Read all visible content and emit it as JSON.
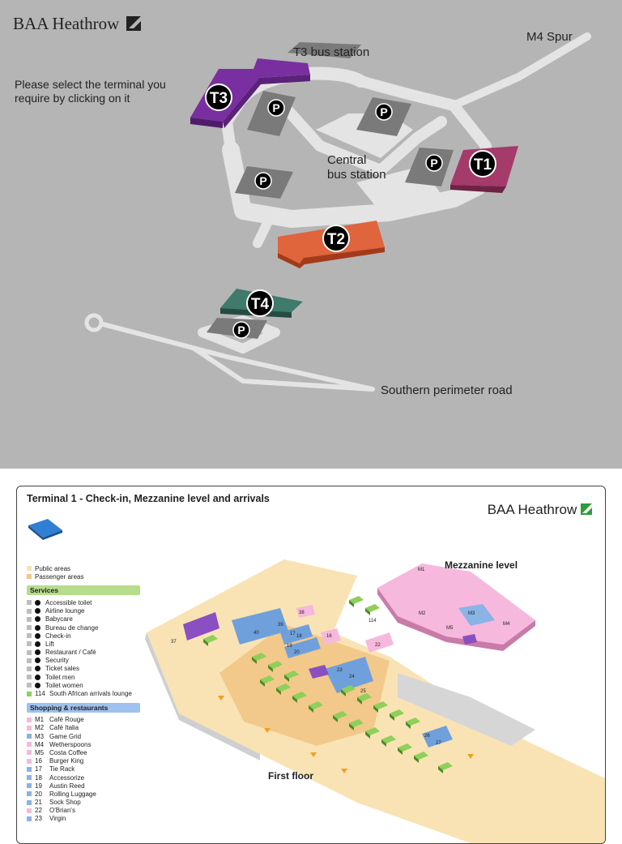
{
  "overview": {
    "brand": "BAA Heathrow",
    "instructions": "Please select the terminal you require by clicking on it",
    "labels": {
      "m4_spur": "M4 Spur",
      "t3_bus": "T3 bus station",
      "central_bus": [
        "Central",
        "bus station"
      ],
      "southern_road": "Southern perimeter road",
      "parking": "P"
    },
    "terminals": [
      {
        "id": "T1",
        "label": "T1",
        "color": "#a43b6a"
      },
      {
        "id": "T2",
        "label": "T2",
        "color": "#e0643c"
      },
      {
        "id": "T3",
        "label": "T3",
        "color": "#7a2fa0"
      },
      {
        "id": "T4",
        "label": "T4",
        "color": "#3f7a6a"
      }
    ]
  },
  "terminal1": {
    "title": "Terminal 1 - Check-in, Mezzanine level and arrivals",
    "brand": "BAA Heathrow",
    "levels": {
      "mezzanine": "Mezzanine level",
      "first": "First floor"
    },
    "areas": [
      {
        "label": "Public areas",
        "color": "#f9e3b4"
      },
      {
        "label": "Passenger areas",
        "color": "#f2c98a"
      }
    ],
    "services_title": "Services",
    "services": [
      "Accessible toilet",
      "Airline lounge",
      "Babycare",
      "Bureau de change",
      "Check-in",
      "Lift",
      "Restaurant / Café",
      "Security",
      "Ticket sales",
      "Toilet men",
      "Toilet women",
      "South African arrivals lounge"
    ],
    "services_lounge_code": "114",
    "shopping_title": "Shopping & restaurants",
    "shops": [
      {
        "code": "M1",
        "name": "Café Rouge",
        "color": "#f6b8dc"
      },
      {
        "code": "M2",
        "name": "Café Italia",
        "color": "#f6b8dc"
      },
      {
        "code": "M3",
        "name": "Game Grid",
        "color": "#8ab3e6"
      },
      {
        "code": "M4",
        "name": "Wetherspoons",
        "color": "#f6b8dc"
      },
      {
        "code": "M5",
        "name": "Costa Coffee",
        "color": "#f6b8dc"
      },
      {
        "code": "16",
        "name": "Burger King",
        "color": "#f6b8dc"
      },
      {
        "code": "17",
        "name": "Tie Rack",
        "color": "#8ab3e6"
      },
      {
        "code": "18",
        "name": "Accessorize",
        "color": "#8ab3e6"
      },
      {
        "code": "19",
        "name": "Austin Reed",
        "color": "#8ab3e6"
      },
      {
        "code": "20",
        "name": "Rolling Luggage",
        "color": "#8ab3e6"
      },
      {
        "code": "21",
        "name": "Sock Shop",
        "color": "#8ab3e6"
      },
      {
        "code": "22",
        "name": "O'Brian's",
        "color": "#f6b8dc"
      },
      {
        "code": "23",
        "name": "Virgin",
        "color": "#8ab3e6"
      }
    ],
    "map_numbers": [
      "40",
      "39",
      "38",
      "37",
      "18",
      "17",
      "19",
      "20",
      "16",
      "22",
      "114",
      "23",
      "24",
      "25",
      "26",
      "27",
      "M1",
      "M2",
      "M3",
      "M4",
      "M5"
    ]
  }
}
